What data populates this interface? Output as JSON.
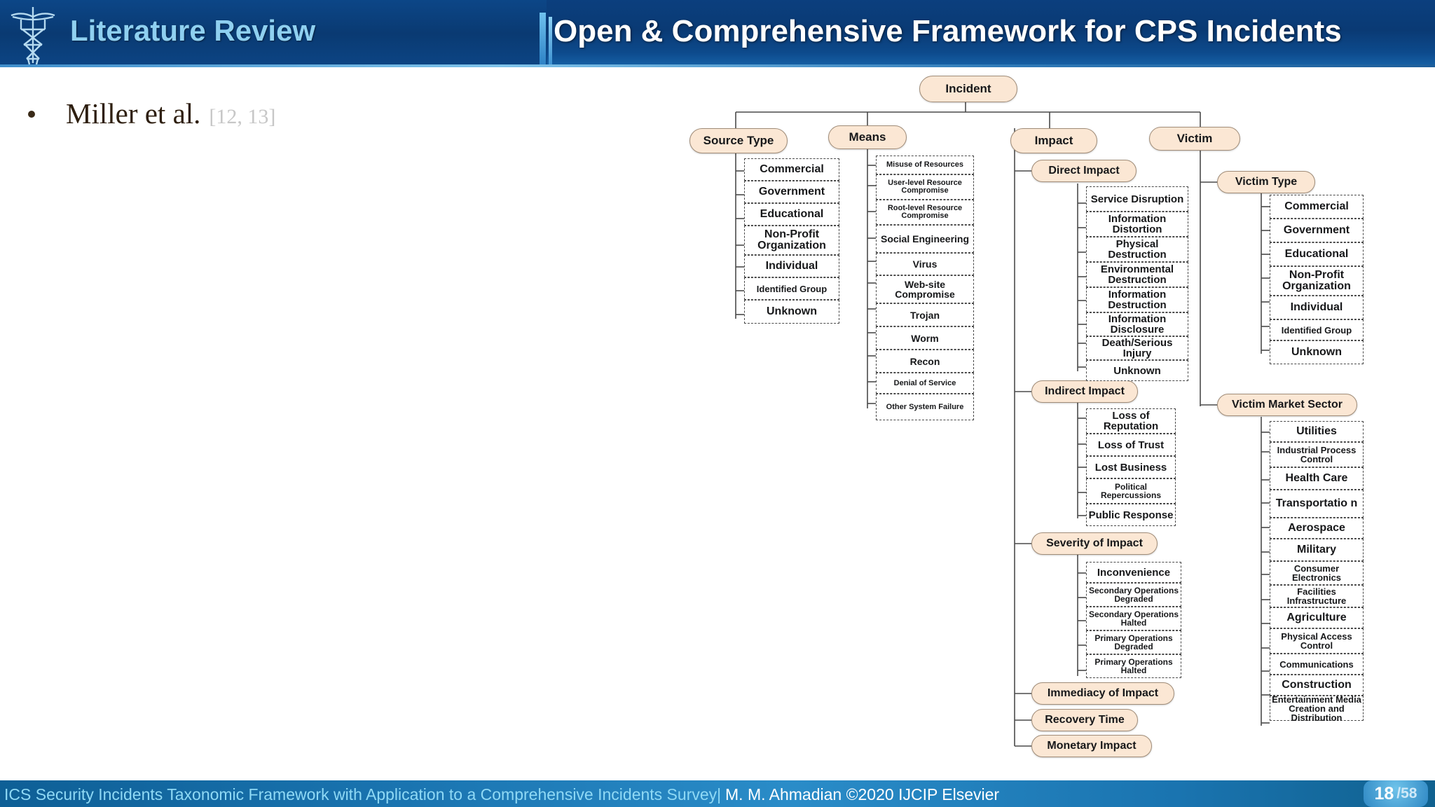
{
  "header": {
    "left_title": "Literature Review",
    "right_title": "Open & Comprehensive Framework for CPS Incidents",
    "logo_icon": "transmission-tower-icon",
    "accent_color": "#8fd0f0",
    "background_color": "#0a3a74"
  },
  "body": {
    "bullet_marker": "•",
    "bullet_text": "Miller et al.",
    "bullet_reference": "[12, 13]"
  },
  "footer": {
    "title": "ICS Security Incidents Taxonomic Framework with Application to a Comprehensive Incidents Survey|",
    "author": "M. M. Ahmadian ©2020 IJCIP Elsevier",
    "page_current": "18",
    "page_total": "/58",
    "background_color": "#1a74b0"
  },
  "chart_data": {
    "type": "diagram",
    "title": "Open & Comprehensive Framework for CPS Incidents",
    "root": "Incident",
    "branches": [
      {
        "name": "Source Type",
        "children": [
          "Commercial",
          "Government",
          "Educational",
          "Non-Profit Organization",
          "Individual",
          "Identified Group",
          "Unknown"
        ]
      },
      {
        "name": "Means",
        "children": [
          "Misuse of Resources",
          "User-level Resource Compromise",
          "Root-level Resource Compromise",
          "Social Engineering",
          "Virus",
          "Web-site Compromise",
          "Trojan",
          "Worm",
          "Recon",
          "Denial of Service",
          "Other System Failure"
        ]
      },
      {
        "name": "Impact",
        "subgroups": [
          {
            "name": "Direct Impact",
            "children": [
              "Service Disruption",
              "Information Distortion",
              "Physical Destruction",
              "Environmental Destruction",
              "Information Destruction",
              "Information Disclosure",
              "Death/Serious Injury",
              "Unknown"
            ]
          },
          {
            "name": "Indirect Impact",
            "children": [
              "Loss of Reputation",
              "Loss of Trust",
              "Lost Business",
              "Political Repercussions",
              "Public Response"
            ]
          },
          {
            "name": "Severity of Impact",
            "children": [
              "Inconvenience",
              "Secondary Operations Degraded",
              "Secondary Operations Halted",
              "Primary Operations Degraded",
              "Primary Operations Halted"
            ]
          },
          {
            "name": "Immediacy of Impact",
            "children": []
          },
          {
            "name": "Recovery Time",
            "children": []
          },
          {
            "name": "Monetary Impact",
            "children": []
          }
        ]
      },
      {
        "name": "Victim",
        "subgroups": [
          {
            "name": "Victim Type",
            "children": [
              "Commercial",
              "Government",
              "Educational",
              "Non-Profit Organization",
              "Individual",
              "Identified Group",
              "Unknown"
            ]
          },
          {
            "name": "Victim Market Sector",
            "children": [
              "Utilities",
              "Industrial Process Control",
              "Health Care",
              "Transportatio n",
              "Aerospace",
              "Military",
              "Consumer Electronics",
              "Facilities Infrastructure",
              "Agriculture",
              "Physical Access Control",
              "Communications",
              "Construction",
              "Entertainment Media Creation and Distribution"
            ]
          }
        ]
      }
    ],
    "node_fill": "#fbe7d4",
    "node_border": "#a08c78",
    "leaf_border": "#4a4a4a"
  },
  "nodes": {
    "incident": "Incident",
    "source_type": "Source Type",
    "means": "Means",
    "impact": "Impact",
    "victim": "Victim",
    "direct_impact": "Direct Impact",
    "indirect_impact": "Indirect Impact",
    "severity_of_impact": "Severity of Impact",
    "immediacy_of_impact": "Immediacy of Impact",
    "recovery_time": "Recovery Time",
    "monetary_impact": "Monetary Impact",
    "victim_type": "Victim Type",
    "victim_market_sector": "Victim Market Sector"
  }
}
